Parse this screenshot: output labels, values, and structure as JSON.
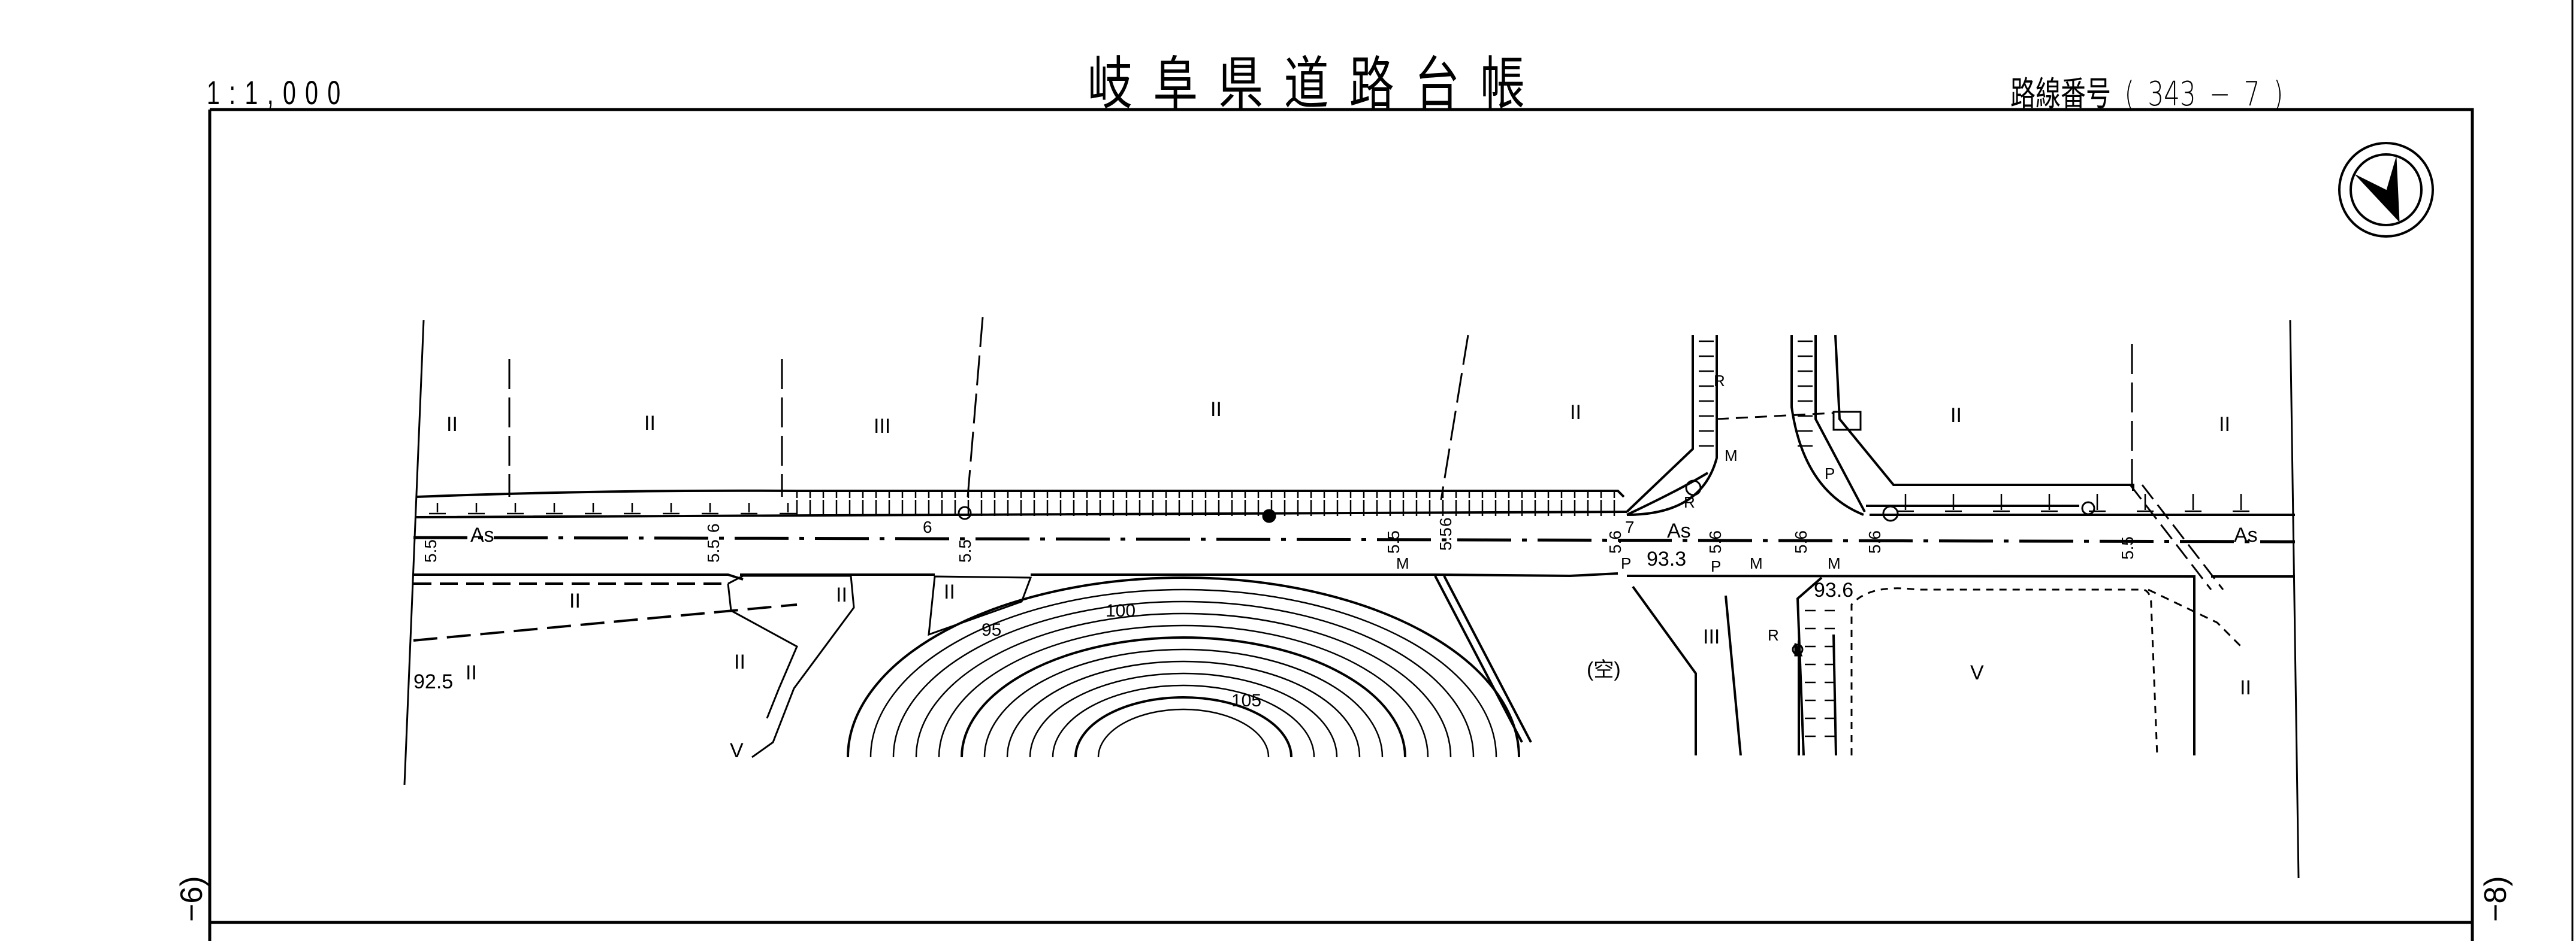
{
  "header": {
    "title": "岐阜県道路台帳",
    "scale": "1:1,000",
    "route_label": "路線番号",
    "route_open": "(",
    "route_number": "343",
    "route_dash": "−",
    "route_sheet": "7",
    "route_close": ")"
  },
  "margins": {
    "left_sheet_ref": "−6)",
    "right_sheet_ref": "−8)"
  },
  "map": {
    "pavement_labels": [
      "As",
      "As",
      "As"
    ],
    "land_use_labels": [
      "II",
      "II",
      "III",
      "II",
      "II",
      "II",
      "II",
      "II",
      "II",
      "II",
      "II",
      "III",
      "V",
      "II",
      "II",
      "V"
    ],
    "vacant_label": "(空)",
    "elevations": [
      "92.5",
      "93.3",
      "93.6"
    ],
    "contours": [
      "95",
      "100",
      "105"
    ],
    "widths": [
      "5.5",
      "6",
      "5.5",
      "6",
      "5.5",
      "5.5",
      "5.6",
      "5.6",
      "5.6",
      "5.6",
      "5.5",
      "5.5",
      "6",
      "7"
    ],
    "symbols": {
      "manhole": "M",
      "pole_r": "R",
      "parking": "P"
    }
  }
}
